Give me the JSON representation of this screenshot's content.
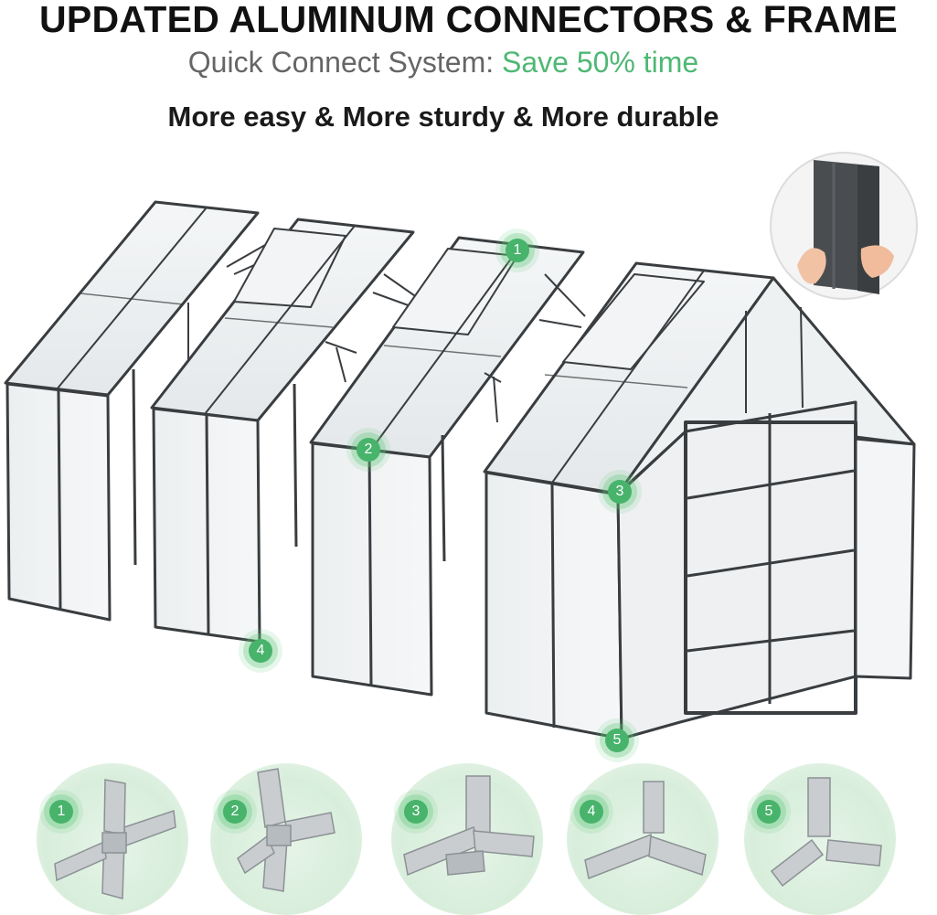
{
  "headline": "UPDATED ALUMINUM CONNECTORS & FRAME",
  "subhead": {
    "prefix": "Quick Connect System: ",
    "highlight": "Save 50% time"
  },
  "tagline": "More easy & More sturdy & More durable",
  "colors": {
    "accent_green": "#4fb874",
    "frame": "#3a3d40",
    "panel": "#eef1f2"
  },
  "callouts": [
    {
      "label": "1"
    },
    {
      "label": "2"
    },
    {
      "label": "3"
    },
    {
      "label": "4"
    },
    {
      "label": "5"
    }
  ],
  "connectors": [
    {
      "label": "1",
      "icon": "cross-connector-icon"
    },
    {
      "label": "2",
      "icon": "cross-connector-icon"
    },
    {
      "label": "3",
      "icon": "tee-connector-icon"
    },
    {
      "label": "4",
      "icon": "tee-connector-icon"
    },
    {
      "label": "5",
      "icon": "corner-connector-icon"
    }
  ],
  "inset": {
    "icon": "hand-holding-frame-icon"
  }
}
